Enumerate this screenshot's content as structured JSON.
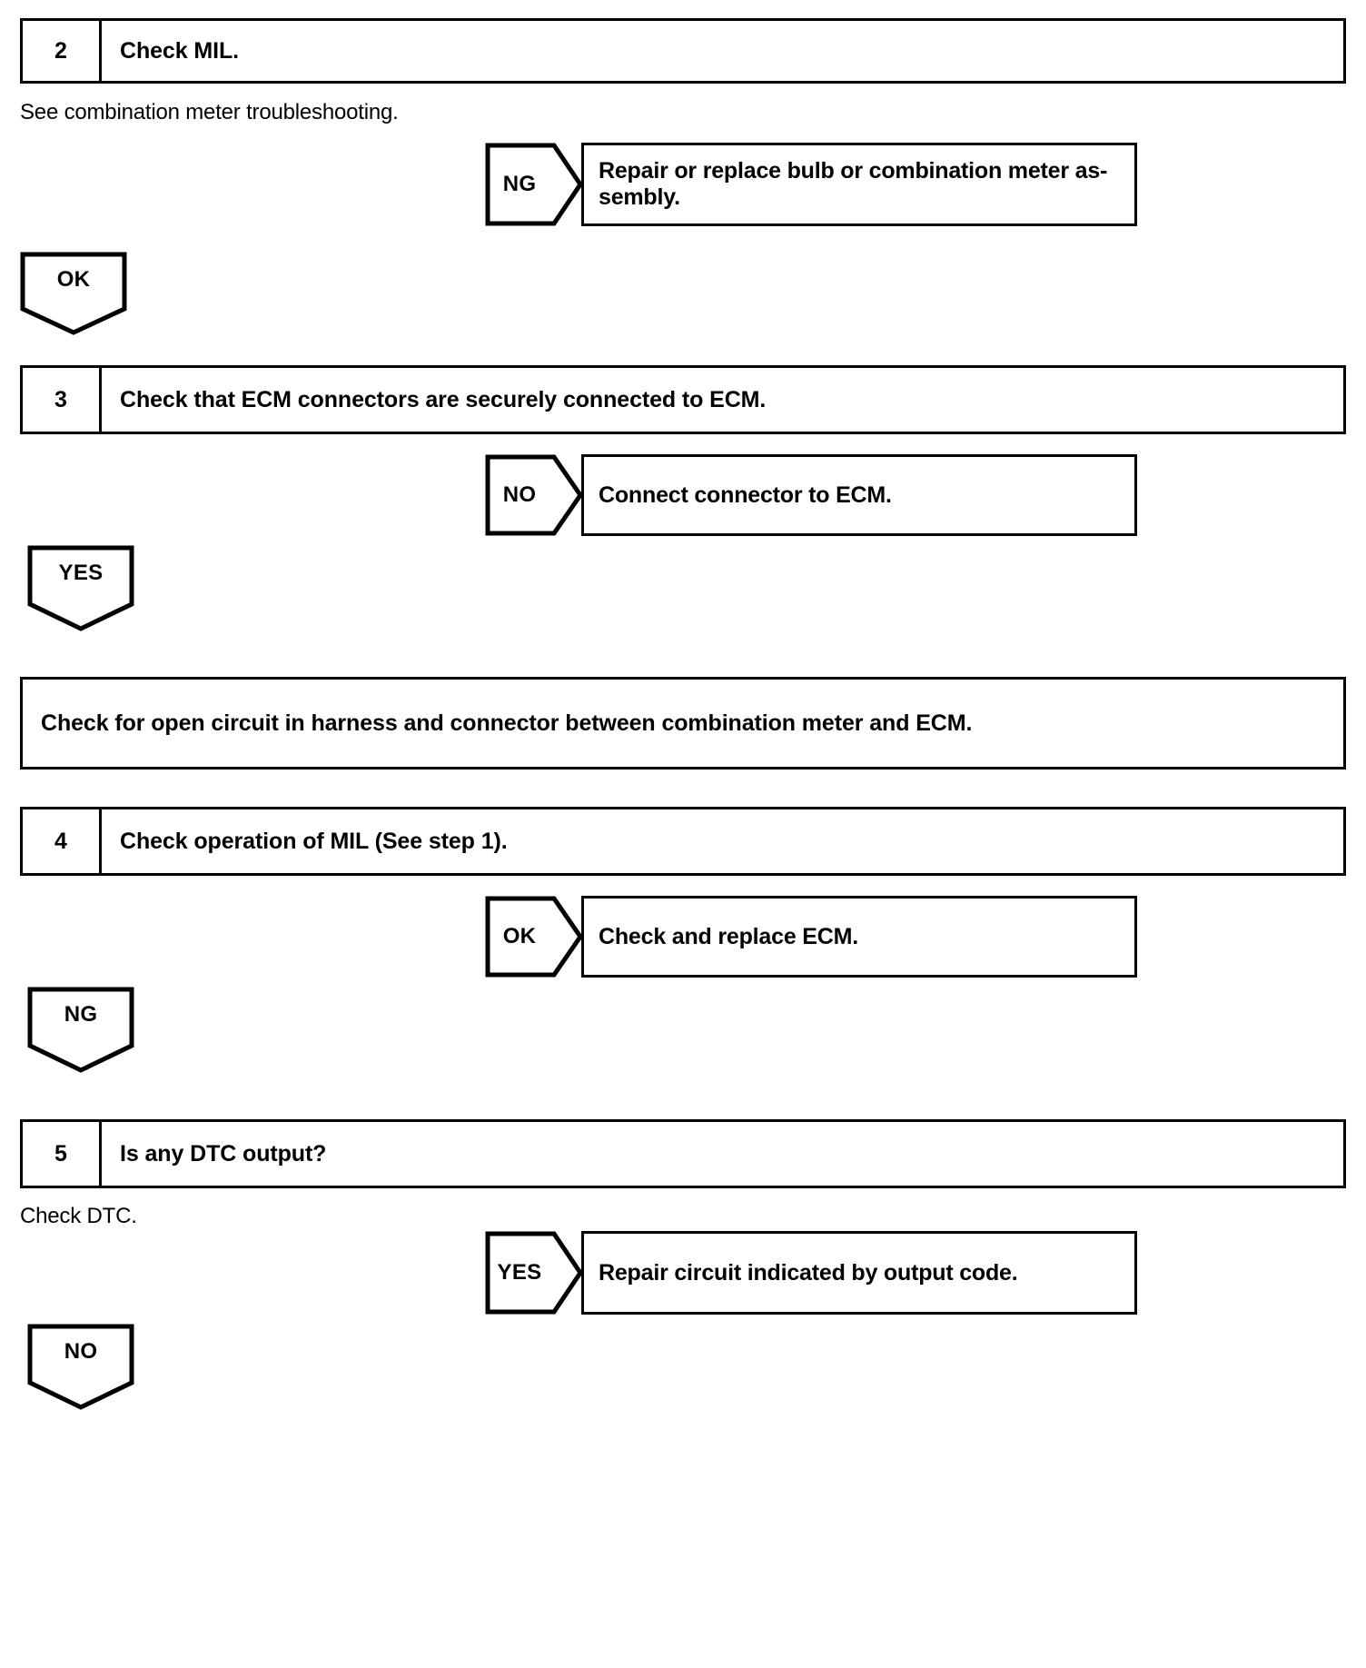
{
  "document": {
    "type": "troubleshooting-flowchart",
    "title": "MIL circuit troubleshooting flow"
  },
  "steps": [
    {
      "number": "2",
      "title": "Check MIL.",
      "note": "See combination meter troubleshooting.",
      "branch": {
        "label": "NG",
        "result_line1": "Repair or replace bulb or combination meter as-",
        "result_line2": "sembly."
      },
      "connector": "OK"
    },
    {
      "number": "3",
      "title": "Check that ECM connectors are securely connected to ECM.",
      "note": "",
      "branch": {
        "label": "NO",
        "result_line1": "Connect connector to ECM.",
        "result_line2": ""
      },
      "connector": "YES"
    },
    {
      "number": "4",
      "title": "Check operation of MIL (See step 1).",
      "note": "",
      "branch": {
        "label": "OK",
        "result_line1": "Check and replace ECM.",
        "result_line2": ""
      },
      "connector": "NG"
    },
    {
      "number": "5",
      "title": "Is any DTC output?",
      "note": "Check DTC.",
      "branch": {
        "label": "YES",
        "result_line1": "Repair circuit indicated by output code.",
        "result_line2": ""
      },
      "connector": "NO"
    }
  ],
  "action": {
    "text": "Check for open circuit in harness and connector between combination meter and ECM."
  },
  "colors": {
    "ink": "#000000",
    "paper": "#ffffff"
  }
}
